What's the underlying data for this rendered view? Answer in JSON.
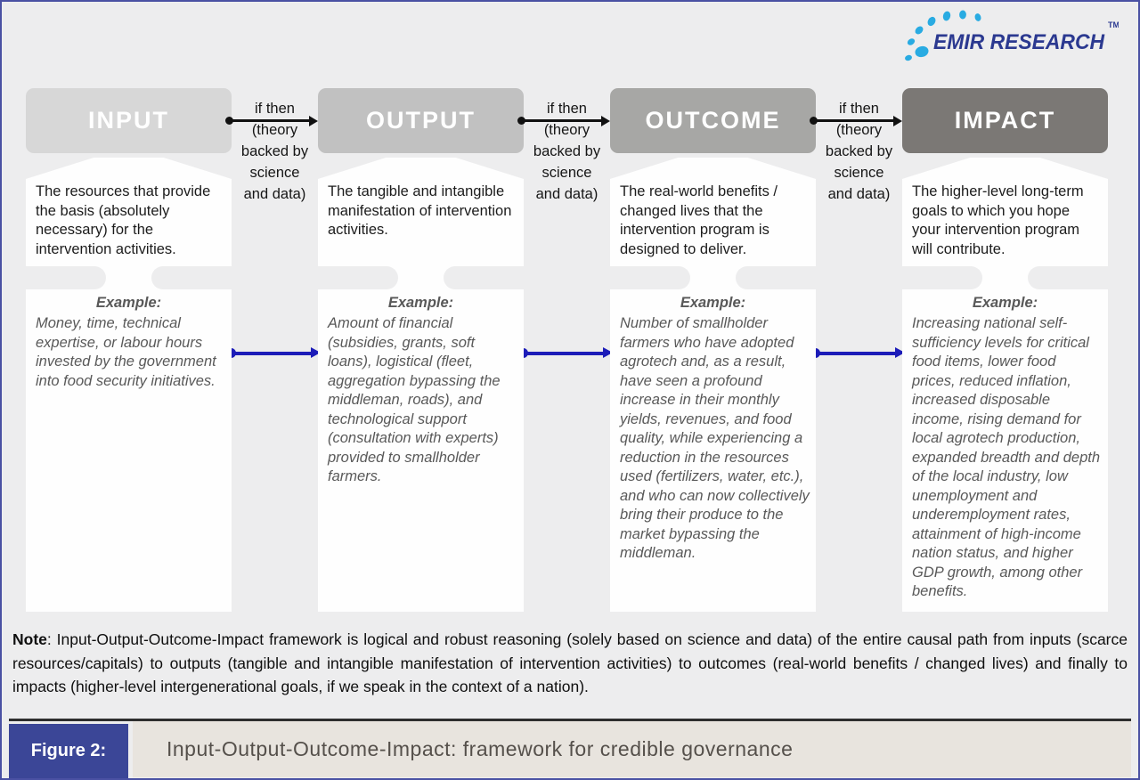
{
  "logo": {
    "text": "EMIR RESEARCH",
    "trademark": "TM"
  },
  "stages": [
    {
      "title": "INPUT",
      "fill": "#d7d7d7",
      "description": "The resources that provide the basis (absolutely necessary) for the intervention activities.",
      "example_label": "Example:",
      "example": "Money, time, technical expertise, or labour hours invested by the government into food security initiatives."
    },
    {
      "title": "OUTPUT",
      "fill": "#c1c1c1",
      "description": "The tangible and intangible manifestation of intervention activities.",
      "example_label": "Example:",
      "example": "Amount of financial (subsidies, grants, soft loans), logistical (fleet, aggregation bypassing the middleman, roads), and technological support (consultation with experts) provided to smallholder farmers."
    },
    {
      "title": "OUTCOME",
      "fill": "#a7a7a5",
      "description": "The real-world benefits / changed lives that the intervention program is designed to deliver.",
      "example_label": "Example:",
      "example": "Number of smallholder farmers who have adopted agrotech and, as a result, have seen a profound increase in their monthly yields, revenues, and food quality, while experiencing a reduction in the resources used (fertilizers, water, etc.), and who can now collectively bring their produce to the market bypassing the middleman."
    },
    {
      "title": "IMPACT",
      "fill": "#7b7875",
      "description": "The higher-level long-term goals to which you hope your intervention program will contribute.",
      "example_label": "Example:",
      "example": "Increasing national self-sufficiency levels for critical food items, lower food prices, reduced inflation, increased disposable income, rising demand for local agrotech production, expanded breadth and depth of the local industry, low unemployment and underemployment rates, attainment of high-income nation status, and higher GDP growth, among other benefits."
    }
  ],
  "connector": {
    "label": "if then\n(theory\nbacked by\nscience\nand data)"
  },
  "note": {
    "label": "Note",
    "text": ": Input-Output-Outcome-Impact framework is logical and robust reasoning (solely based on science and data) of the entire causal path from inputs (scarce resources/capitals) to outputs (tangible and intangible manifestation of intervention activities) to outcomes (real-world benefits / changed lives) and finally to impacts (higher-level intergenerational goals, if we speak in the context of a nation)."
  },
  "caption": {
    "figure_label": "Figure 2:",
    "title": "Input-Output-Outcome-Impact: framework for credible governance"
  },
  "colors": {
    "page_bg": "#ededee",
    "border": "#4a51a3",
    "arrow_black": "#111111",
    "arrow_blue": "#1c1cb8",
    "logo_navy": "#2b3990",
    "logo_blue": "#29abe2",
    "figure_box": "#3b4697",
    "caption_bg": "#e8e4de"
  }
}
